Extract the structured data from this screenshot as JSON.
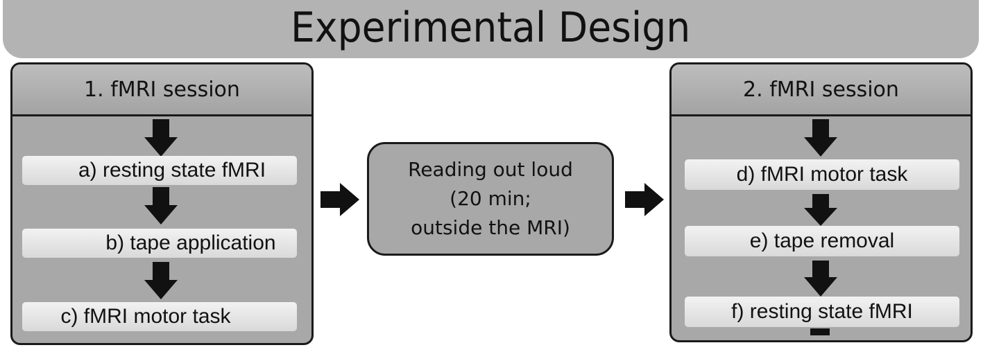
{
  "title": "Experimental Design",
  "session1": {
    "header": "1. fMRI session",
    "steps": [
      "a) resting state fMRI",
      "b) tape application",
      "c) fMRI motor task"
    ]
  },
  "middle": {
    "lines": [
      "Reading out loud",
      "(20 min;",
      "outside the MRI)"
    ]
  },
  "session2": {
    "header": "2. fMRI session",
    "steps": [
      "d) fMRI motor task",
      "e) tape removal",
      "f) resting state fMRI"
    ]
  },
  "icons": {
    "flow_down": "arrow-down-icon",
    "flow_right": "arrow-right-icon"
  },
  "colors": {
    "panel_fill": "#a8a8a8",
    "title_fill": "#b3b3b3",
    "step_fill": "#e6e6e6",
    "arrow": "#111111"
  }
}
